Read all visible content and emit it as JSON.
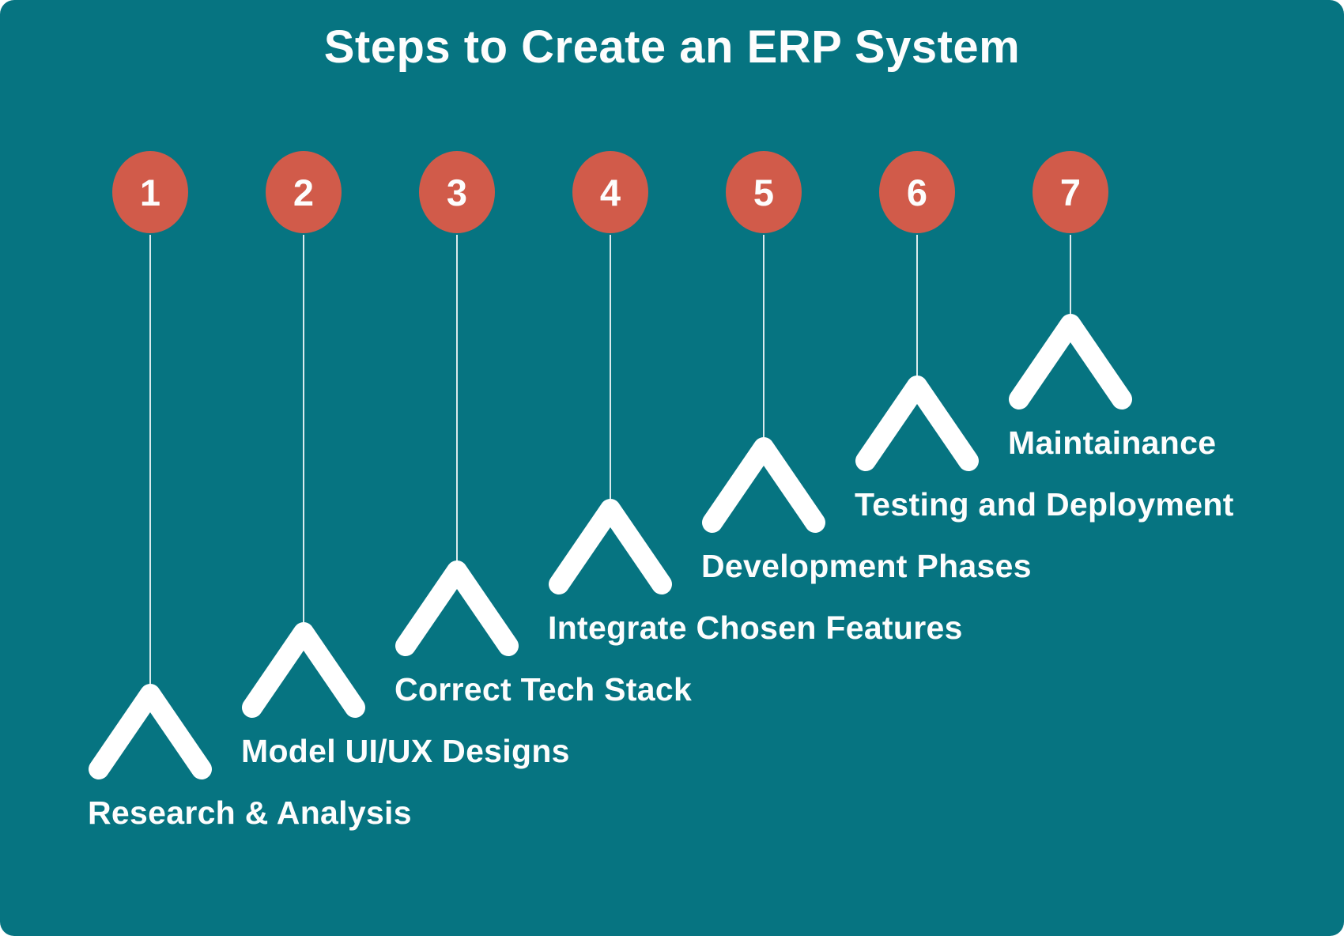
{
  "title": "Steps to Create an ERP System",
  "colors": {
    "background": "#067481",
    "circle": "#d15b4a",
    "text": "#fdfdfd",
    "chevron": "#ffffff",
    "line": "rgba(255,255,255,0.85)"
  },
  "steps": [
    {
      "number": "1",
      "label": "Research & Analysis"
    },
    {
      "number": "2",
      "label": "Model UI/UX Designs"
    },
    {
      "number": "3",
      "label": "Correct Tech Stack"
    },
    {
      "number": "4",
      "label": "Integrate Chosen Features"
    },
    {
      "number": "5",
      "label": "Development Phases"
    },
    {
      "number": "6",
      "label": "Testing and Deployment"
    },
    {
      "number": "7",
      "label": "Maintainance"
    }
  ]
}
